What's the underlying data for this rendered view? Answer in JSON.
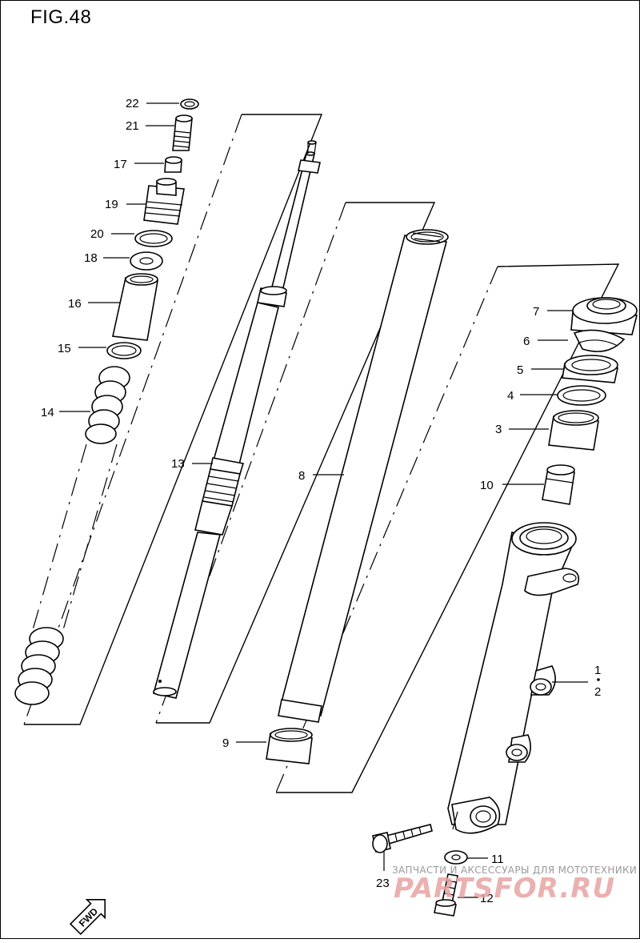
{
  "figure": {
    "title": "FIG.48"
  },
  "callouts": {
    "c1": "1",
    "c2": "2",
    "c3": "3",
    "c4": "4",
    "c5": "5",
    "c6": "6",
    "c7": "7",
    "c8": "8",
    "c9": "9",
    "c10": "10",
    "c11": "11",
    "c12": "12",
    "c13": "13",
    "c14": "14",
    "c15": "15",
    "c16": "16",
    "c17": "17",
    "c18": "18",
    "c19": "19",
    "c20": "20",
    "c21": "21",
    "c22": "22",
    "c23": "23"
  },
  "fwd_label": "FWD",
  "watermark": {
    "caption": "ЗАПЧАСТИ И АКСЕССУАРЫ ДЛЯ МОТОТЕХНИКИ",
    "logo": "PARTSFOR.RU",
    "logo_color": "#e8a3a3"
  }
}
